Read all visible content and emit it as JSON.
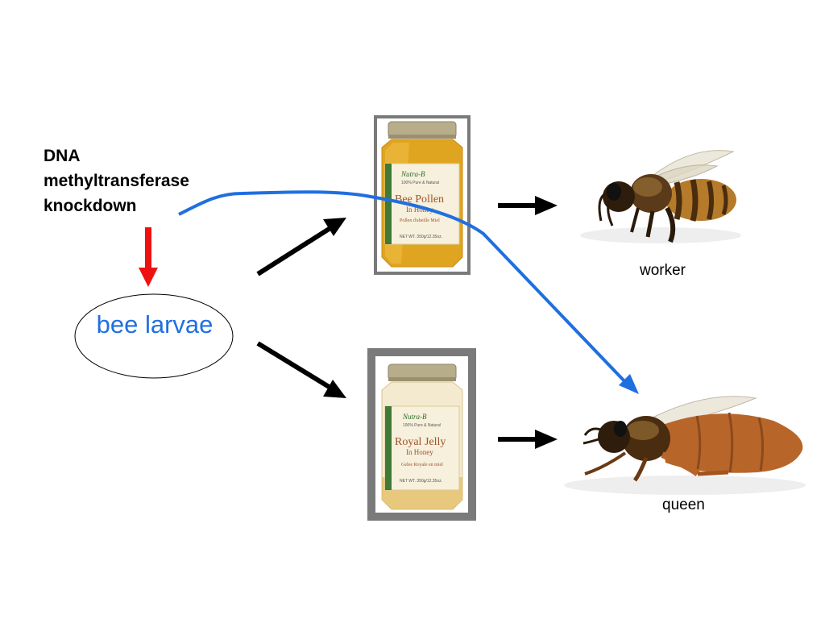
{
  "knockdown": {
    "lines": [
      "DNA",
      "methyltransferase",
      "knockdown"
    ]
  },
  "larvae_label": "bee larvae",
  "outcomes": {
    "worker": "worker",
    "queen": "queen"
  },
  "jars": {
    "pollen": {
      "brand": "Nutra-B",
      "tagline": "100% Pure & Natural",
      "title": "Bee Pollen",
      "subtitle": "In Honey",
      "french": "Pollen d'abeille Miel",
      "weight": "NET WT. 350g/12.35oz."
    },
    "royal": {
      "brand": "Nutra-B",
      "tagline": "100% Pure & Natural",
      "title": "Royal Jelly",
      "subtitle": "In Honey",
      "french": "Gelee Royale en miel",
      "weight": "NET WT. 350g/12.35oz."
    }
  },
  "colors": {
    "pathway_arrow": "#1f6fe0",
    "knockdown_arrow": "#ee1111",
    "feed_arrow": "#000000",
    "frame": "#7a7a7a",
    "pollen_honey": "#e0a520",
    "royal_honey": "#f3ead0"
  }
}
